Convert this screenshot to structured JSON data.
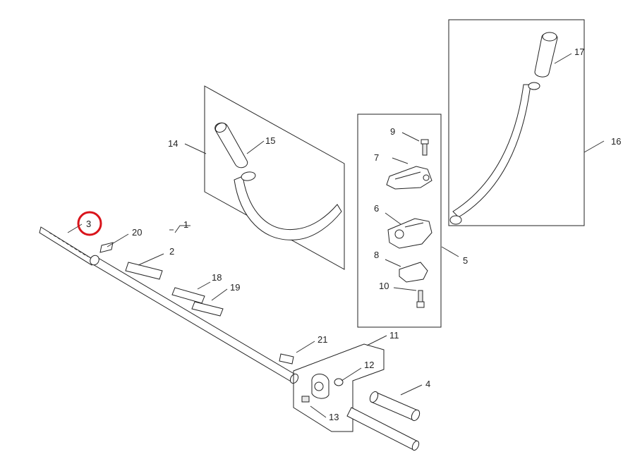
{
  "diagram": {
    "highlight_color": "#d9141b",
    "line_color": "#222222",
    "highlighted_part": "3",
    "labels": {
      "p1": "1",
      "p2": "2",
      "p3": "3",
      "p4": "4",
      "p5": "5",
      "p6": "6",
      "p7": "7",
      "p8": "8",
      "p9": "9",
      "p10": "10",
      "p11": "11",
      "p12": "12",
      "p13": "13",
      "p14": "14",
      "p15": "15",
      "p16": "16",
      "p17": "17",
      "p18": "18",
      "p19": "19",
      "p20": "20",
      "p21": "21"
    }
  }
}
